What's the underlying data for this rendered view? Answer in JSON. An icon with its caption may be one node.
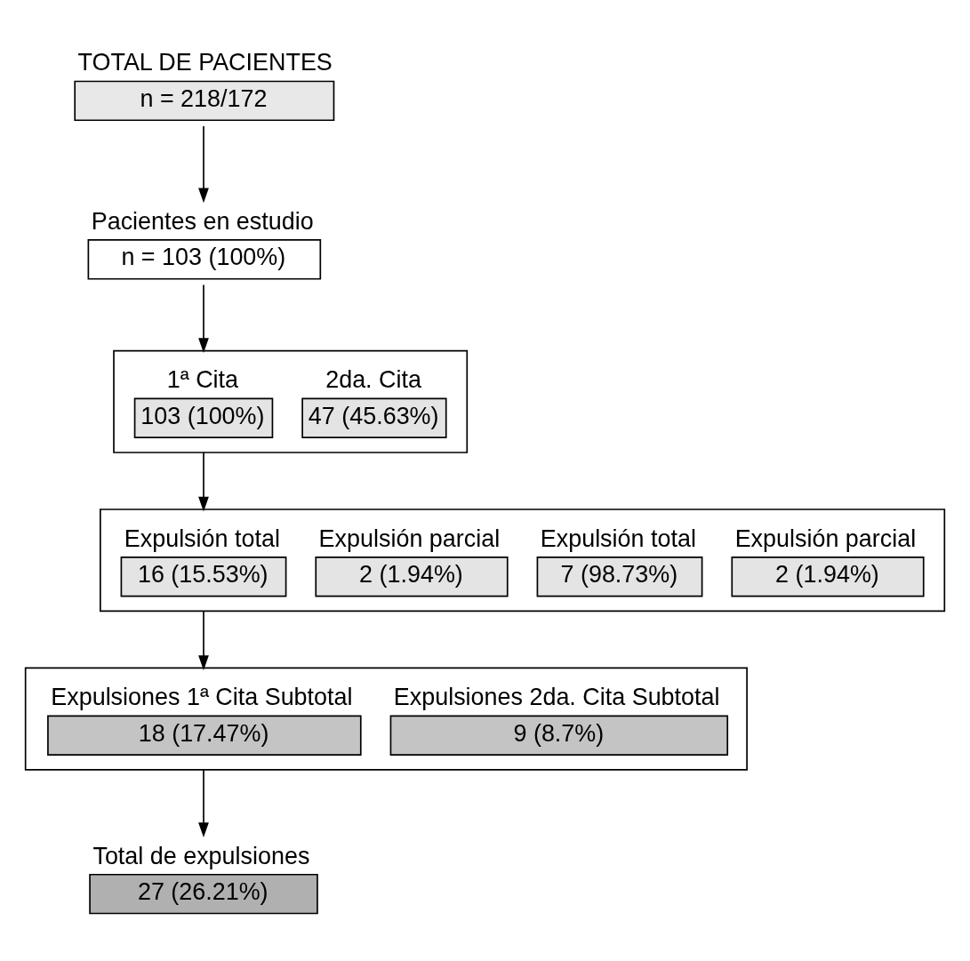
{
  "diagram": {
    "nodes": [
      {
        "text": [
          "TOTAL DE PACIENTES",
          "n = 218/172"
        ]
      },
      {
        "text": [
          "Pacientes en estudio",
          "n = 103 (100%)"
        ]
      },
      {
        "text": [],
        "shape": "box"
      },
      {
        "text": [
          "1ª Cita",
          "103 (100%)"
        ],
        "in": 2
      },
      {
        "text": [
          "2da. Cita",
          "47 (45.63%)"
        ],
        "in": 2
      },
      {
        "text": [],
        "shape": "box"
      },
      {
        "text": [
          "Expulsión total",
          "16 (15.53%)"
        ],
        "in": 5
      },
      {
        "text": [
          "Expulsión parcial",
          "2 (1.94%)"
        ],
        "in": 5
      },
      {
        "text": [
          "Expulsión total",
          "7 (98.73%)"
        ],
        "in": 5
      },
      {
        "text": [
          "Expulsión parcial",
          "2 (1.94%)"
        ],
        "in": 5
      },
      {
        "text": [],
        "shape": "box"
      },
      {
        "text": [
          "Expulsiones 1ª Cita Subtotal",
          "18 (17.47%)"
        ],
        "in": 10
      },
      {
        "text": [
          "Expulsiones 2da. Cita Subtotal",
          "9 (8.7%)"
        ],
        "in": 10
      },
      {
        "text": [
          "Total de expulsiones",
          "27 (26.21%)"
        ]
      }
    ],
    "edges": [
      {
        "from": 0,
        "to": 1,
        "arrow": "to"
      },
      {
        "from": 1,
        "to": 2,
        "arrow": "to"
      },
      {
        "from": 2,
        "to": 5,
        "arrow": "to"
      },
      {
        "from": 5,
        "to": 10,
        "arrow": "to"
      },
      {
        "from": 10,
        "to": 13,
        "arrow": "to"
      }
    ]
  }
}
